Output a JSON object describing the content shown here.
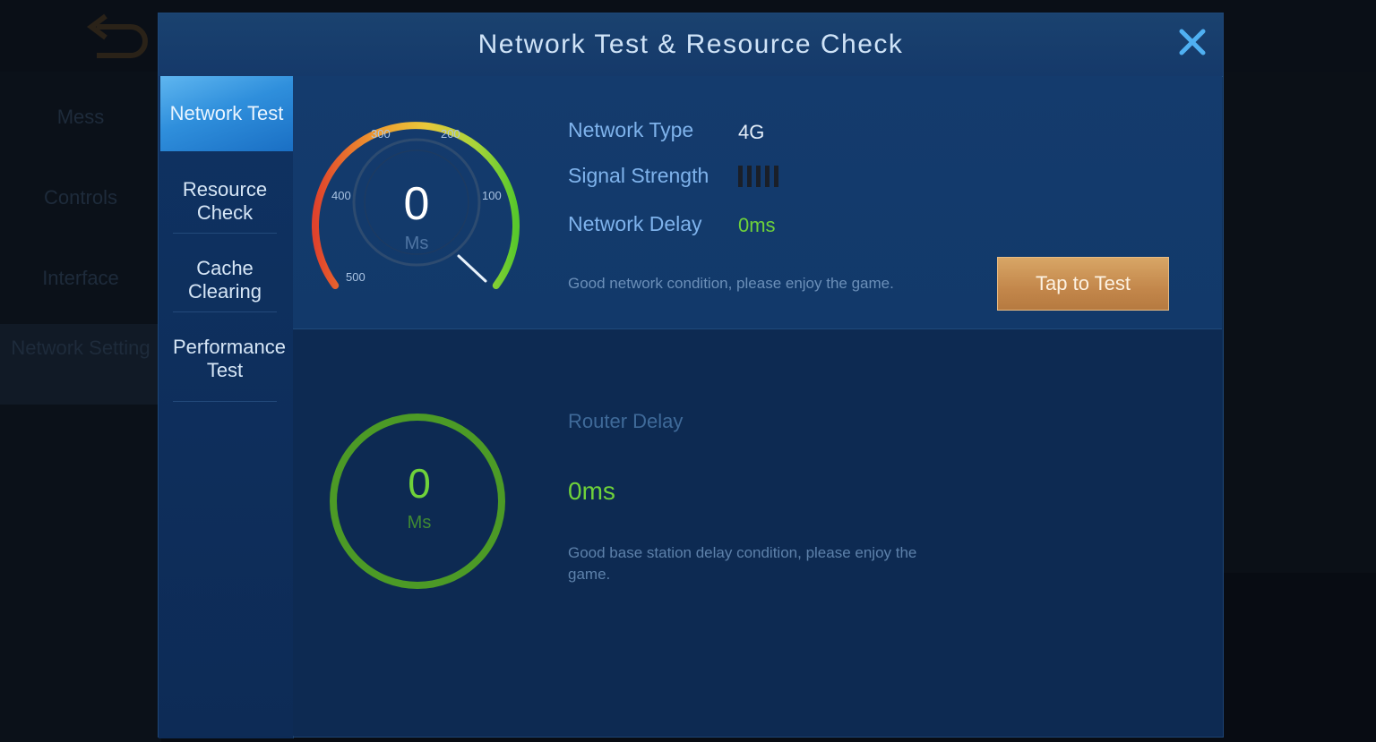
{
  "background": {
    "sidebar": [
      "Mess",
      "Controls",
      "Interface",
      "Network Setting"
    ]
  },
  "dialog": {
    "title": "Network Test & Resource Check",
    "tabs": [
      {
        "label": "Network Test",
        "active": true
      },
      {
        "label": "Resource Check",
        "active": false
      },
      {
        "label": "Cache Clearing",
        "active": false
      },
      {
        "label": "Performance Test",
        "active": false
      }
    ]
  },
  "gauge": {
    "value": "0",
    "unit": "Ms",
    "ticks": [
      "500",
      "400",
      "300",
      "200",
      "100"
    ]
  },
  "network": {
    "type_label": "Network Type",
    "type_value": "4G",
    "signal_label": "Signal Strength",
    "delay_label": "Network Delay",
    "delay_value": "0ms",
    "note": "Good network condition, please enjoy the game.",
    "test_button": "Tap to Test"
  },
  "router": {
    "value": "0",
    "unit": "Ms",
    "label": "Router Delay",
    "delay_value": "0ms",
    "note": "Good base station delay condition, please enjoy the game."
  },
  "colors": {
    "accent_blue": "#2f8fdc",
    "good_green": "#6fd23a",
    "button_gold": "#c3874b"
  }
}
